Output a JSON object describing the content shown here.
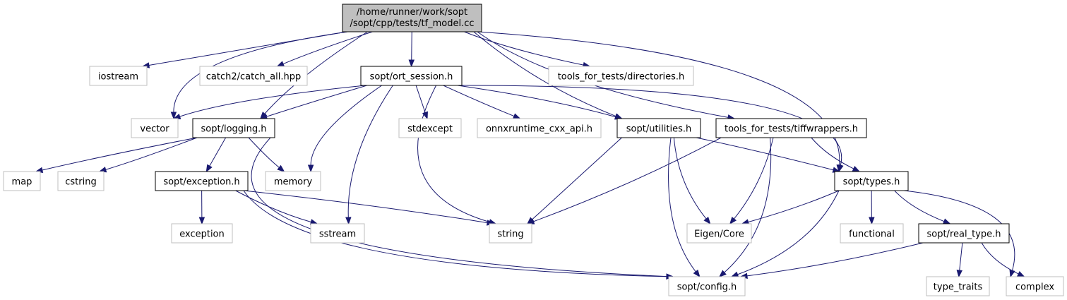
{
  "colors": {
    "edge": "#191970",
    "root_fill": "#bfbfbf",
    "internal_stroke": "#000000",
    "external_stroke": "#bfbfbf",
    "node_fill": "#ffffff"
  },
  "root": {
    "lines": [
      "/home/runner/work/sopt",
      "/sopt/cpp/tests/tf_model.cc"
    ]
  },
  "nodes": {
    "iostream": "iostream",
    "catch2": "catch2/catch_all.hpp",
    "ort_session": "sopt/ort_session.h",
    "directories": "tools_for_tests/directories.h",
    "vector": "vector",
    "logging": "sopt/logging.h",
    "stdexcept": "stdexcept",
    "onnxruntime": "onnxruntime_cxx_api.h",
    "utilities": "sopt/utilities.h",
    "tiffwrappers": "tools_for_tests/tiffwrappers.h",
    "map": "map",
    "cstring": "cstring",
    "memory": "memory",
    "exception_h": "sopt/exception.h",
    "types": "sopt/types.h",
    "exception": "exception",
    "sstream": "sstream",
    "string": "string",
    "eigen": "Eigen/Core",
    "functional": "functional",
    "real_type": "sopt/real_type.h",
    "config": "sopt/config.h",
    "type_traits": "type_traits",
    "complex": "complex"
  }
}
